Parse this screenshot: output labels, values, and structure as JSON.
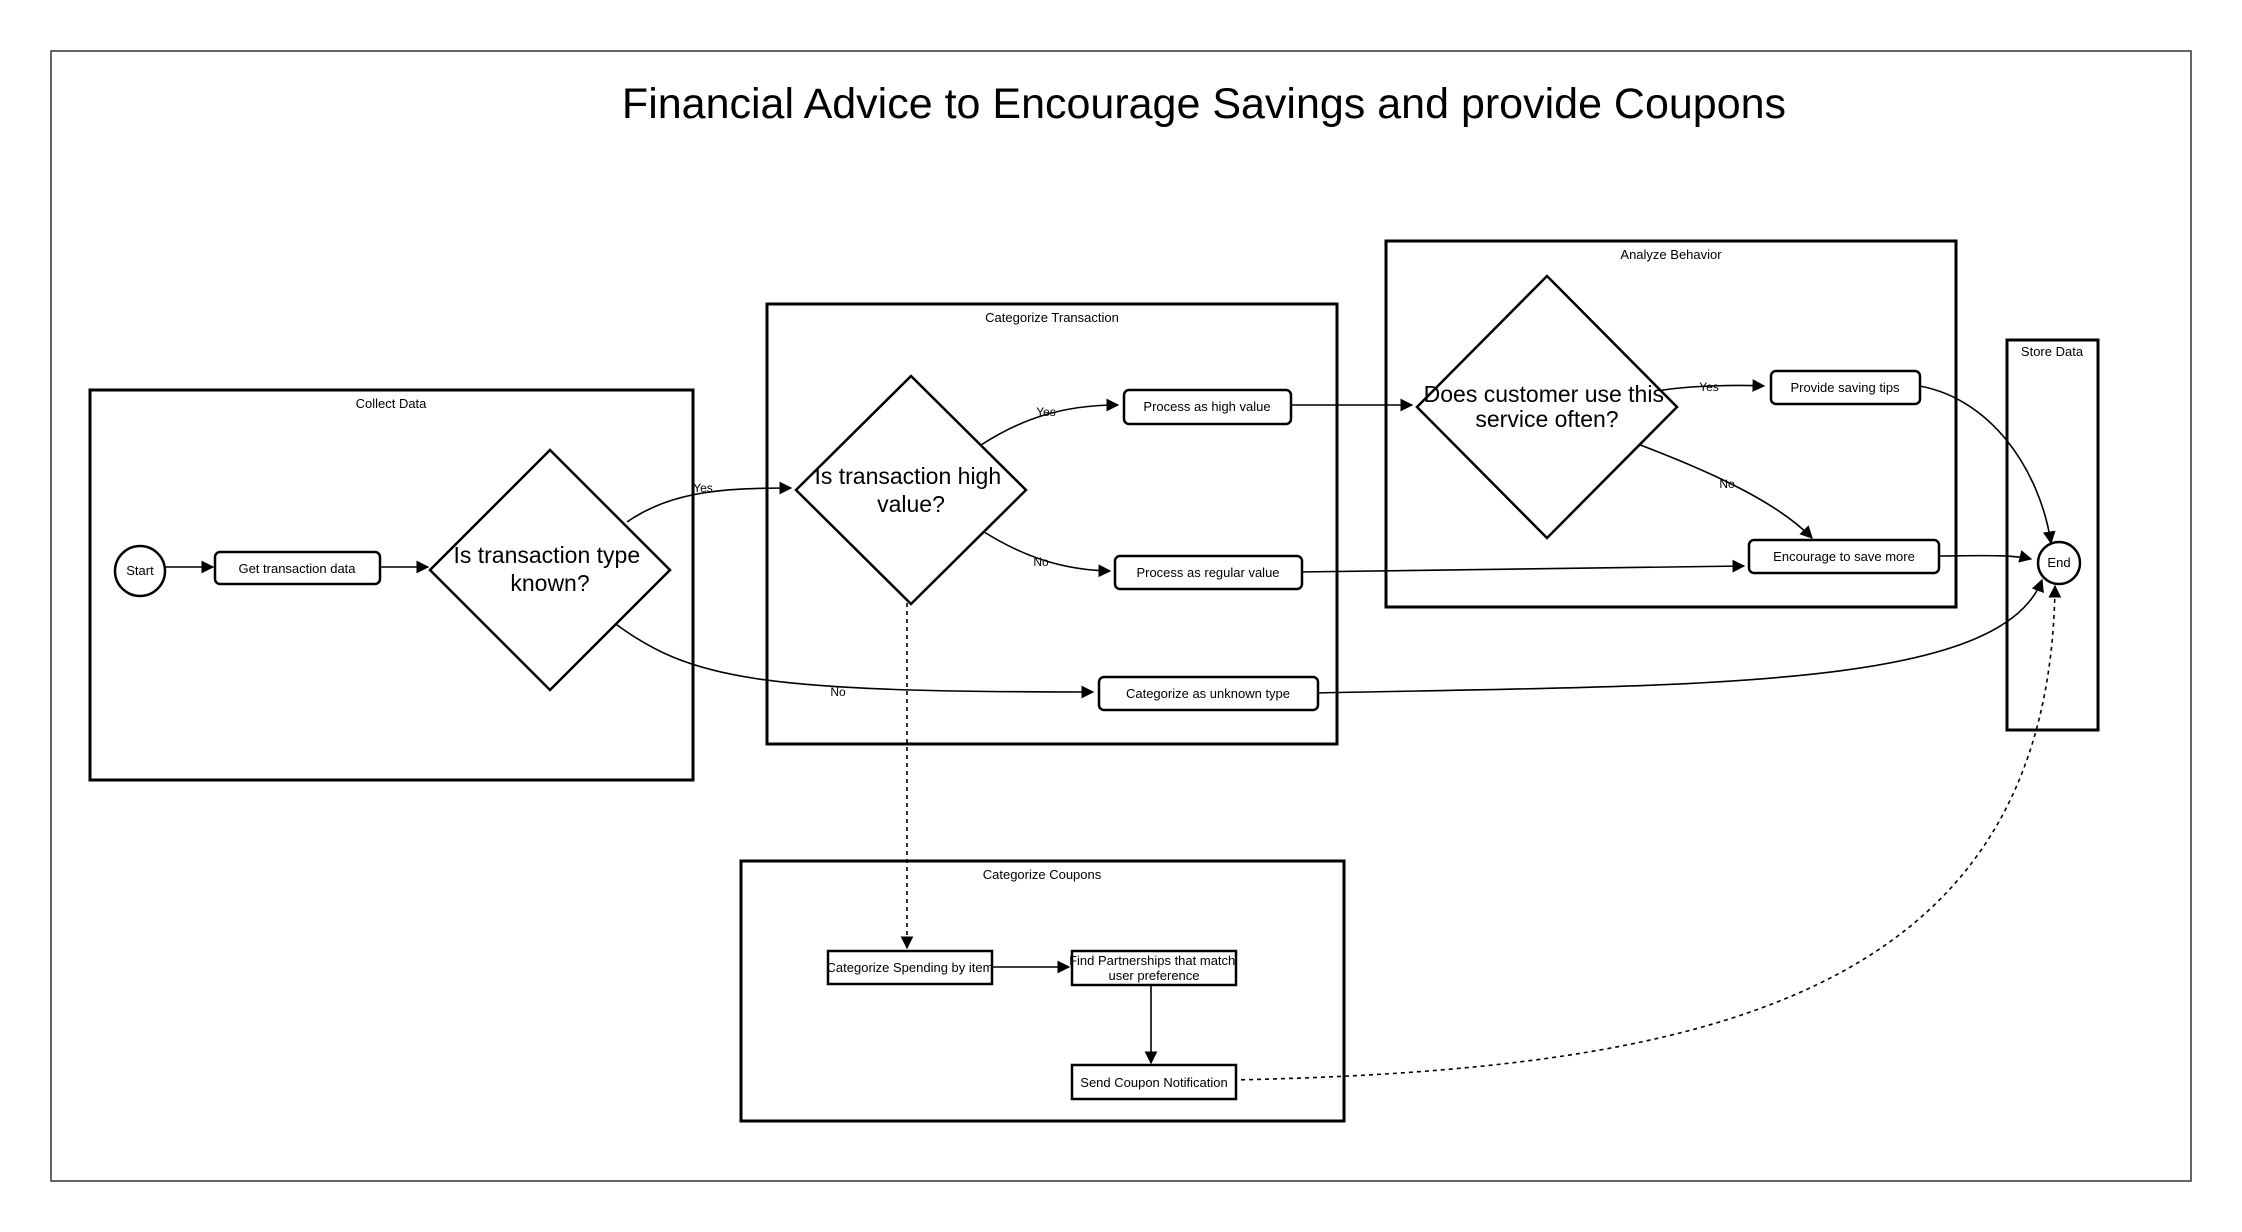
{
  "title": "Financial Advice to Encourage Savings and provide Coupons",
  "groups": {
    "collect_data": "Collect Data",
    "categorize_transaction": "Categorize Transaction",
    "analyze_behavior": "Analyze Behavior",
    "store_data": "Store Data",
    "categorize_coupons": "Categorize Coupons"
  },
  "nodes": {
    "start": "Start",
    "get_transaction_data": "Get transaction data",
    "type_known": [
      "Is transaction type",
      "known?"
    ],
    "high_value": [
      "Is transaction high",
      "value?"
    ],
    "process_high": "Process as high value",
    "process_regular": "Process as regular value",
    "categorize_unknown": "Categorize as unknown type",
    "uses_often": [
      "Does customer use this",
      "service often?"
    ],
    "saving_tips": "Provide saving tips",
    "encourage_save": "Encourage to save more",
    "end": "End",
    "categorize_spending": "Categorize Spending by item",
    "find_partnerships": [
      "Find Partnerships that match",
      "user preference"
    ],
    "send_coupon": "Send Coupon Notification"
  },
  "edge_labels": {
    "type_known_yes": "Yes",
    "type_known_no": "No",
    "high_value_yes": "Yes",
    "high_value_no": "No",
    "uses_often_yes": "Yes",
    "uses_often_no": "No"
  }
}
